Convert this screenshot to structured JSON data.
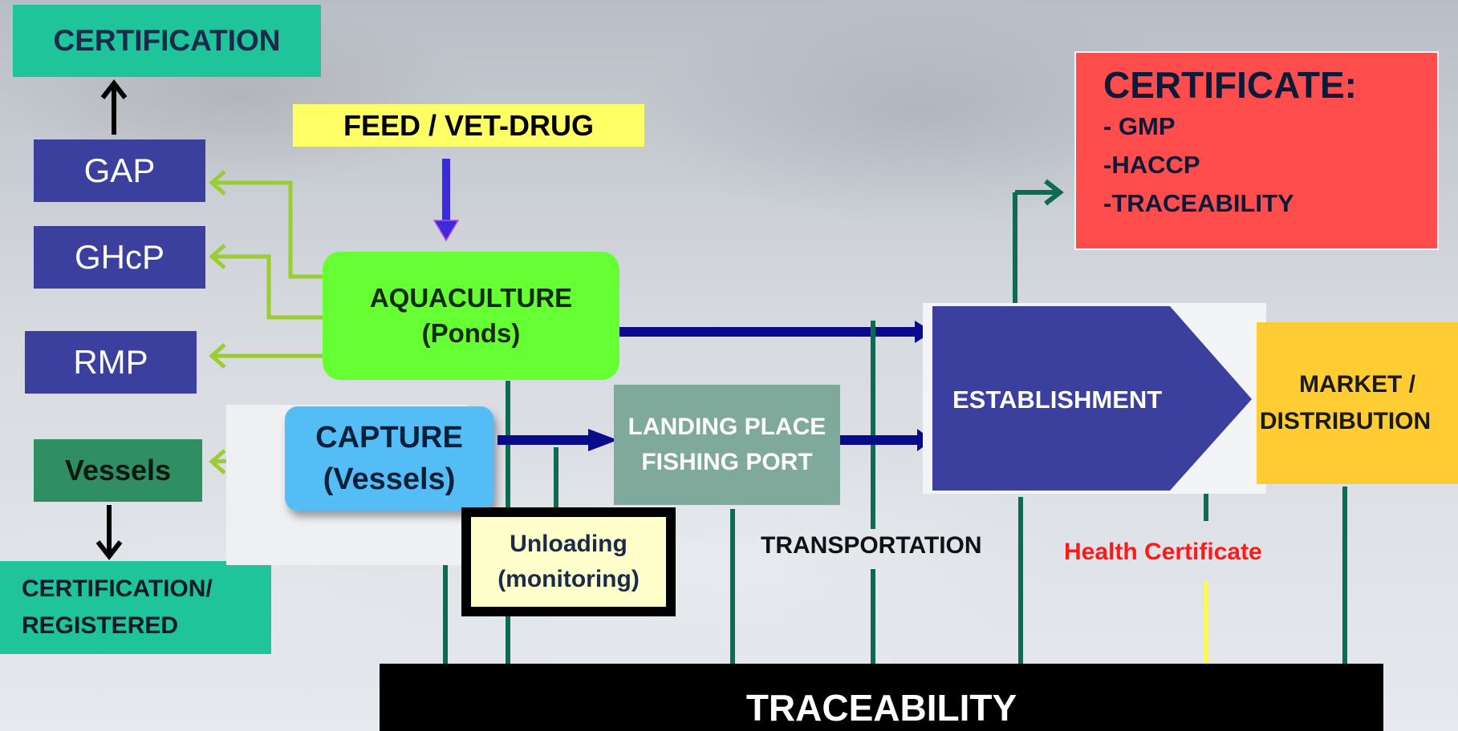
{
  "diagram": {
    "certification_top": "CERTIFICATION",
    "gap": "GAP",
    "ghcp": "GHcP",
    "rmp": "RMP",
    "vessels": "Vessels",
    "certification_registered_line1": "CERTIFICATION/",
    "certification_registered_line2": "REGISTERED",
    "feed": "FEED / VET-DRUG",
    "aquaculture_line1": "AQUACULTURE",
    "aquaculture_line2": "(Ponds)",
    "capture_line1": "CAPTURE",
    "capture_line2": "(Vessels)",
    "landing_line1": "LANDING PLACE",
    "landing_line2": "FISHING PORT",
    "unloading_line1": "Unloading",
    "unloading_line2": "(monitoring)",
    "transportation": "TRANSPORTATION",
    "health_certificate": "Health  Certificate",
    "establishment": "ESTABLISHMENT",
    "market_line1": "MARKET /",
    "market_line2": "DISTRIBUTION",
    "certificate_title": "CERTIFICATE:",
    "certificate_items": [
      "- GMP",
      "-HACCP",
      "-TRACEABILITY"
    ],
    "traceability": "TRACEABILITY"
  },
  "colors": {
    "teal": "#1fc49a",
    "navy_box": "#3b3f9e",
    "green_vessels": "#2f8f62",
    "lime": "#66ff33",
    "sky": "#55bdf5",
    "yellow": "#ffff66",
    "red": "#ff4d4d",
    "orange": "#ffcc33",
    "arrow_navy": "#0a0a8c",
    "line_green": "#0f6b50",
    "arrow_lime": "#99cc22"
  }
}
